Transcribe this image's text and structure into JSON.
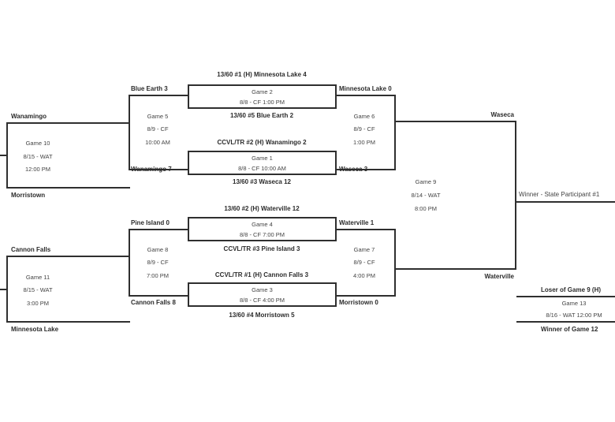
{
  "games": {
    "g1": {
      "title": "Game 1",
      "info": "8/8 - CF 10:00 AM",
      "top": "CCVL/TR #2  (H) Wanamingo 2",
      "bottom": "13/60 #3 Waseca 12"
    },
    "g2": {
      "title": "Game 2",
      "info": "8/8 - CF 1:00 PM",
      "top": "13/60 #1 (H) Minnesota Lake 4",
      "bottom": "13/60 #5 Blue Earth 2"
    },
    "g3": {
      "title": "Game 3",
      "info": "8/8 - CF 4:00 PM",
      "top": "CCVL/TR #1 (H) Cannon Falls 3",
      "bottom": "13/60 #4 Morristown 5"
    },
    "g4": {
      "title": "Game 4",
      "info": "8/8 - CF 7:00 PM",
      "top": "13/60 #2 (H) Waterville 12",
      "bottom": "CCVL/TR #3  Pine Island 3"
    },
    "g5": {
      "title": "Game 5",
      "date": "8/9 - CF",
      "time": "10:00 AM",
      "team_top": "Blue Earth 3",
      "team_bottom": "Wanamingo 7"
    },
    "g6": {
      "title": "Game 6",
      "date": "8/9 - CF",
      "time": "1:00 PM",
      "team_top": "Minnesota Lake 0",
      "team_bottom": "Waseca  3"
    },
    "g7": {
      "title": "Game 7",
      "date": "8/9 - CF",
      "time": "4:00 PM",
      "team_top": "Waterville 1",
      "team_bottom": "Morristown 0"
    },
    "g8": {
      "title": "Game 8",
      "date": "8/9 - CF",
      "time": "7:00 PM",
      "team_top": "Pine Island 0",
      "team_bottom": "Cannon Falls 8"
    },
    "g9": {
      "title": "Game 9",
      "date": "8/14 - WAT",
      "time": "8:00 PM",
      "team_top": "Waseca",
      "team_bottom": "Waterville"
    },
    "g10": {
      "title": "Game 10",
      "date": "8/15 - WAT",
      "time": "12:00 PM",
      "team_top": "Wanamingo",
      "team_bottom": "Morristown"
    },
    "g11": {
      "title": "Game 11",
      "date": "8/15 - WAT",
      "time": "3:00 PM",
      "team_top": "Cannon Falls",
      "team_bottom": "Minnesota Lake"
    },
    "g13": {
      "title": "Game 13",
      "info": "8/16 - WAT 12:00 PM",
      "team_top": "Loser of Game 9 (H)",
      "team_bottom": "Winner of Game 12"
    }
  },
  "winner_label": "Winner - State Participant #1"
}
